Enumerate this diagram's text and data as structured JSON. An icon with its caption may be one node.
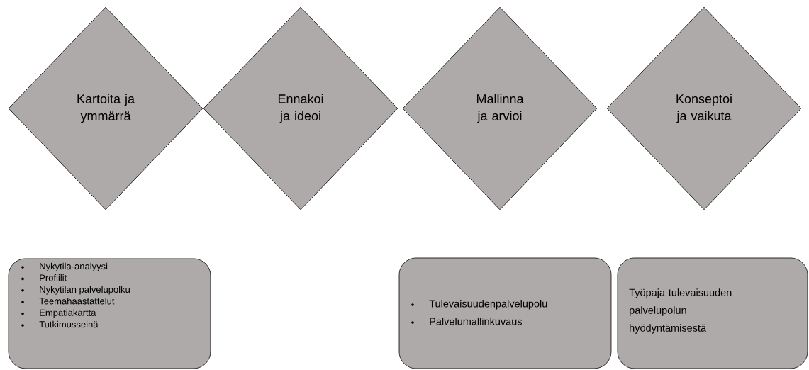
{
  "diagram": {
    "nodes": [
      {
        "text": [
          "Kartoita ja ymmärrä"
        ]
      },
      {
        "text": [
          "Ennakoi ja ideoi"
        ]
      },
      {
        "text": [
          "Mallinna ja arvioi"
        ]
      },
      {
        "text": [
          "Konseptoi ja vaikuta"
        ]
      },
      {
        "text": [
          "Nykytila-analyysi",
          "Profiilit",
          "Nykytilan palvelupolku",
          "Teemahaastattelut",
          "Empatiakartta",
          "Tutkimusseinä"
        ]
      },
      {
        "text": [
          "Tulevaisuudenpalvelupolu",
          "Palvelumallinkuvaus"
        ]
      },
      {
        "text": [
          "Työpaja tulevaisuuden palvelupolun hyödyntämisestä"
        ]
      }
    ],
    "edges": []
  }
}
